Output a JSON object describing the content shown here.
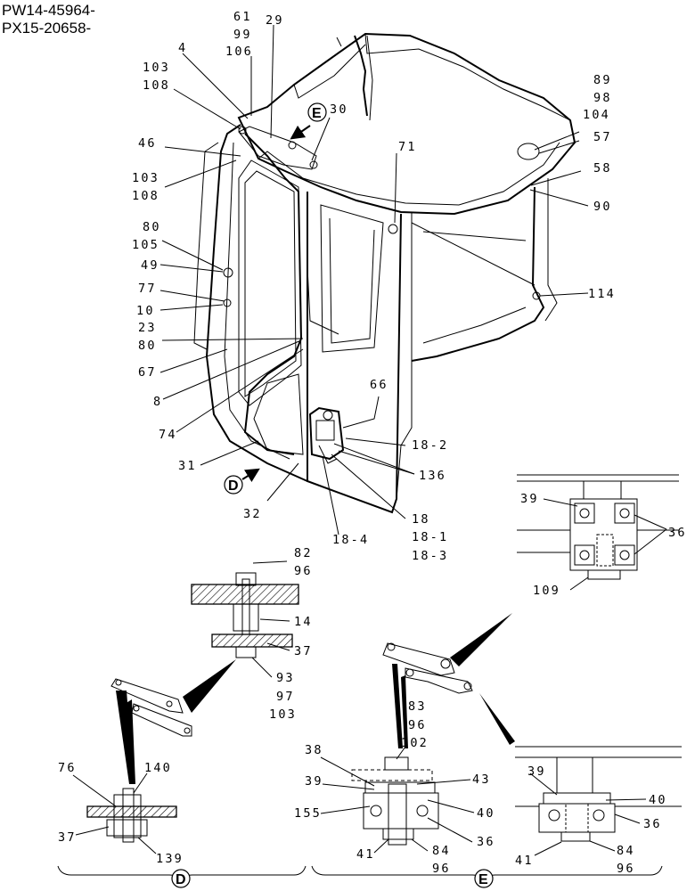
{
  "header": {
    "line1": "PW14-45964-",
    "line2": "PX15-20658-"
  },
  "callouts": {
    "c61": "61",
    "c99": "99",
    "c106": "106",
    "c29": "29",
    "c4": "4",
    "c103a": "103",
    "c108a": "108",
    "c30": "30",
    "c46": "46",
    "c103b": "103",
    "c108b": "108",
    "c71": "71",
    "c89": "89",
    "c98": "98",
    "c104": "104",
    "c57": "57",
    "c58": "58",
    "c90": "90",
    "c80a": "80",
    "c105": "105",
    "c49": "49",
    "c77": "77",
    "c10": "10",
    "c23": "23",
    "c80b": "80",
    "c67": "67",
    "c8": "8",
    "c74": "74",
    "c66": "66",
    "c18_2": "18-2",
    "c31": "31",
    "c136": "136",
    "c32": "32",
    "c18": "18",
    "c18_1": "18-1",
    "c18_3": "18-3",
    "c18_4": "18-4",
    "c114": "114",
    "tr39": "39",
    "tr36": "36",
    "tr109": "109",
    "m82": "82",
    "m96": "96",
    "m14": "14",
    "m37": "37",
    "m93": "93",
    "m97": "97",
    "m103": "103",
    "d76": "76",
    "d140": "140",
    "d37": "37",
    "d139": "139",
    "e83": "83",
    "e96": "96",
    "e102": "102",
    "e38": "38",
    "e43": "43",
    "e39": "39",
    "e155": "155",
    "e40": "40",
    "e36": "36",
    "e41": "41",
    "e84": "84",
    "e96b": "96",
    "r39": "39",
    "r40": "40",
    "r36": "36",
    "r41": "41",
    "r84": "84",
    "r96": "96"
  },
  "view_markers": {
    "e_top": "E",
    "d_side": "D",
    "d_bottom": "D",
    "e_bottom": "E"
  }
}
